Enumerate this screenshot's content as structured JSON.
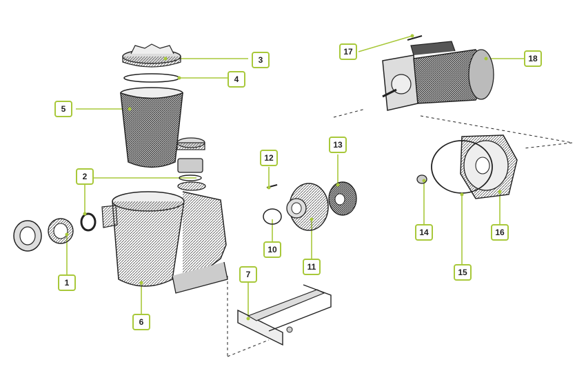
{
  "diagram": {
    "accent_color": "#a8c83a",
    "parts": [
      {
        "number": "1",
        "name": "union-nut"
      },
      {
        "number": "2",
        "name": "o-ring-small"
      },
      {
        "number": "3",
        "name": "lid"
      },
      {
        "number": "4",
        "name": "lid-o-ring"
      },
      {
        "number": "5",
        "name": "strainer-basket"
      },
      {
        "number": "6",
        "name": "pump-housing"
      },
      {
        "number": "7",
        "name": "motor-support-bracket"
      },
      {
        "number": "10",
        "name": "diffuser-o-ring"
      },
      {
        "number": "11",
        "name": "diffuser"
      },
      {
        "number": "12",
        "name": "diffuser-screw"
      },
      {
        "number": "13",
        "name": "impeller"
      },
      {
        "number": "14",
        "name": "shaft-seal"
      },
      {
        "number": "15",
        "name": "seal-plate-o-ring"
      },
      {
        "number": "16",
        "name": "seal-plate"
      },
      {
        "number": "17",
        "name": "motor-bolt"
      },
      {
        "number": "18",
        "name": "motor"
      }
    ]
  }
}
